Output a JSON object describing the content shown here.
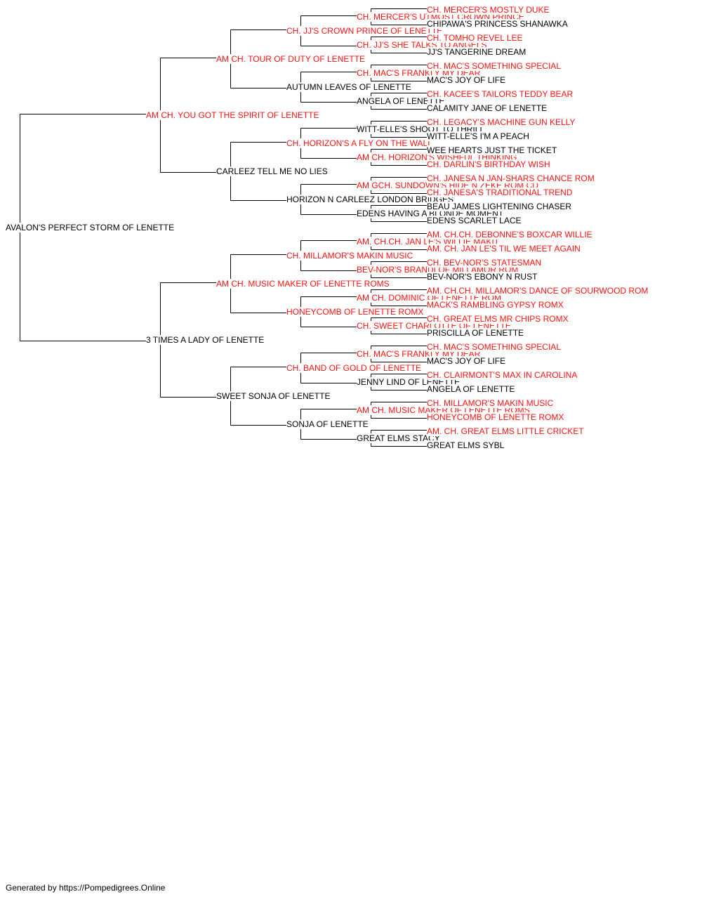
{
  "colors": {
    "champion": "#ff1111",
    "normal": "#000000",
    "line": "#000000"
  },
  "pedigree": {
    "name": "AVALON'S PERFECT STORM OF LENETTE",
    "champion": false,
    "sire": {
      "name": "AM CH. YOU GOT THE SPIRIT OF LENETTE",
      "champion": true,
      "sire": {
        "name": "AM CH. TOUR OF DUTY OF LENETTE",
        "champion": true,
        "sire": {
          "name": "CH. JJ'S CROWN PRINCE OF LENETTE",
          "champion": true,
          "sire": {
            "name": "CH. MERCER'S UTMOST CROWN PRINCE",
            "champion": true,
            "sire": {
              "name": "CH. MERCER'S MOSTLY DUKE",
              "champion": true
            },
            "dam": {
              "name": "CHIPAWA'S PRINCESS SHANAWKA",
              "champion": false
            }
          },
          "dam": {
            "name": "CH. JJ'S SHE TALKS TO ANGELS",
            "champion": true,
            "sire": {
              "name": "CH. TOMHO REVEL LEE",
              "champion": true
            },
            "dam": {
              "name": "JJ'S TANGERINE DREAM",
              "champion": false
            }
          }
        },
        "dam": {
          "name": "AUTUMN LEAVES OF LENETTE",
          "champion": false,
          "sire": {
            "name": "CH. MAC'S FRANKLY MY DEAR",
            "champion": true,
            "sire": {
              "name": "CH. MAC'S SOMETHING SPECIAL",
              "champion": true
            },
            "dam": {
              "name": "MAC'S JOY OF LIFE",
              "champion": false
            }
          },
          "dam": {
            "name": "ANGELA OF LENETTE",
            "champion": false,
            "sire": {
              "name": "CH. KACEE'S TAILORS TEDDY BEAR",
              "champion": true
            },
            "dam": {
              "name": "CALAMITY JANE OF LENETTE",
              "champion": false
            }
          }
        }
      },
      "dam": {
        "name": "CARLEEZ TELL ME NO LIES",
        "champion": false,
        "sire": {
          "name": "CH. HORIZON'S A FLY ON THE WALL",
          "champion": true,
          "sire": {
            "name": "WITT-ELLE'S SHOOT TO THRILL",
            "champion": false,
            "sire": {
              "name": "CH. LEGACY'S MACHINE GUN KELLY",
              "champion": true
            },
            "dam": {
              "name": "WITT-ELLE'S I'M A PEACH",
              "champion": false
            }
          },
          "dam": {
            "name": "AM CH. HORIZON'S WISHFUL THINKING",
            "champion": true,
            "sire": {
              "name": "WEE HEARTS JUST THE TICKET",
              "champion": false
            },
            "dam": {
              "name": "CH. DARLIN'S BIRTHDAY WISH",
              "champion": true
            }
          }
        },
        "dam": {
          "name": "HORIZON N CARLEEZ LONDON BRIDGES",
          "champion": false,
          "sire": {
            "name": "AM GCH. SUNDOWN'S HIDE N ZEKE ROM CD",
            "champion": true,
            "sire": {
              "name": "CH. JANESA N JAN-SHARS CHANCE ROM",
              "champion": true
            },
            "dam": {
              "name": "CH. JANESA'S TRADITIONAL TREND",
              "champion": true
            }
          },
          "dam": {
            "name": "EDENS HAVING A BLONDE MOMENT",
            "champion": false,
            "sire": {
              "name": "BEAU JAMES LIGHTENING CHASER",
              "champion": false
            },
            "dam": {
              "name": "EDENS SCARLET LACE",
              "champion": false
            }
          }
        }
      }
    },
    "dam": {
      "name": "3 TIMES A LADY OF LENETTE",
      "champion": false,
      "sire": {
        "name": "AM CH. MUSIC MAKER OF LENETTE ROMS",
        "champion": true,
        "sire": {
          "name": "CH. MILLAMOR'S MAKIN MUSIC",
          "champion": true,
          "sire": {
            "name": "AM. CH.CH. JAN LE'S WILLIE MAKIT",
            "champion": true,
            "sire": {
              "name": "AM. CH.CH. DEBONNE'S BOXCAR WILLIE",
              "champion": true
            },
            "dam": {
              "name": "AM. CH. JAN LE'S TIL WE MEET AGAIN",
              "champion": true
            }
          },
          "dam": {
            "name": "BEV-NOR'S BRANDI OF MILLAMOR ROM",
            "champion": true,
            "sire": {
              "name": "CH. BEV-NOR'S STATESMAN",
              "champion": true
            },
            "dam": {
              "name": "BEV-NOR'S EBONY N RUST",
              "champion": false
            }
          }
        },
        "dam": {
          "name": "HONEYCOMB OF LENETTE ROMX",
          "champion": true,
          "sire": {
            "name": "AM CH. DOMINIC OF LENETTE ROM",
            "champion": true,
            "sire": {
              "name": "AM. CH.CH. MILLAMOR'S DANCE OF SOURWOOD ROM",
              "champion": true
            },
            "dam": {
              "name": "MACK'S RAMBLING GYPSY ROMX",
              "champion": true
            }
          },
          "dam": {
            "name": "CH. SWEET CHARLOTTE OF LENETTE",
            "champion": true,
            "sire": {
              "name": "CH. GREAT ELMS MR CHIPS ROMX",
              "champion": true
            },
            "dam": {
              "name": "PRISCILLA OF LENETTE",
              "champion": false
            }
          }
        }
      },
      "dam": {
        "name": "SWEET SONJA OF LENETTE",
        "champion": false,
        "sire": {
          "name": "CH. BAND OF GOLD OF LENETTE",
          "champion": true,
          "sire": {
            "name": "CH. MAC'S FRANKLY MY DEAR",
            "champion": true,
            "sire": {
              "name": "CH. MAC'S SOMETHING SPECIAL",
              "champion": true
            },
            "dam": {
              "name": "MAC'S JOY OF LIFE",
              "champion": false
            }
          },
          "dam": {
            "name": "JENNY LIND OF LENETTE",
            "champion": false,
            "sire": {
              "name": "CH. CLAIRMONT'S MAX IN CAROLINA",
              "champion": true
            },
            "dam": {
              "name": "ANGELA OF LENETTE",
              "champion": false
            }
          }
        },
        "dam": {
          "name": "SONJA OF LENETTE",
          "champion": false,
          "sire": {
            "name": "AM CH. MUSIC MAKER OF LENETTE ROMS",
            "champion": true,
            "sire": {
              "name": "CH. MILLAMOR'S MAKIN MUSIC",
              "champion": true
            },
            "dam": {
              "name": "HONEYCOMB OF LENETTE ROMX",
              "champion": true
            }
          },
          "dam": {
            "name": "GREAT ELMS STACY",
            "champion": false,
            "sire": {
              "name": "AM. CH. GREAT ELMS LITTLE CRICKET",
              "champion": true
            },
            "dam": {
              "name": "GREAT ELMS SYBL",
              "champion": false
            }
          }
        }
      }
    }
  },
  "footer": {
    "text": "Generated by https://Pompedigrees.Online"
  }
}
